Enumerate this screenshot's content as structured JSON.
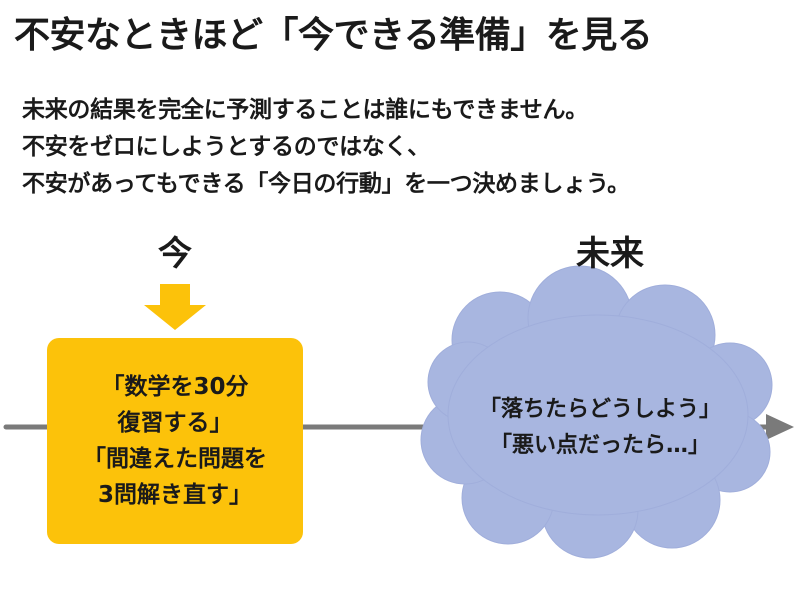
{
  "title": "不安なときほど「今できる準備」を見る",
  "body_lines": [
    "未来の結果を完全に予測することは誰にもできません。",
    "不安をゼロにしようとするのではなく、",
    "不安があってもできる「今日の行動」を一つ決めましょう。"
  ],
  "now": {
    "label": "今",
    "lines": [
      "「数学を30分",
      "復習する」",
      "「間違えた問題を",
      "3問解き直す」"
    ]
  },
  "future": {
    "label": "未来",
    "lines": [
      "「落ちたらどうしよう」",
      "「悪い点だったら…」"
    ]
  },
  "colors": {
    "now_box": "#fcc20a",
    "arrow_down": "#fcc20a",
    "cloud": "#a8b6e0",
    "timeline": "#7a7a7a"
  }
}
